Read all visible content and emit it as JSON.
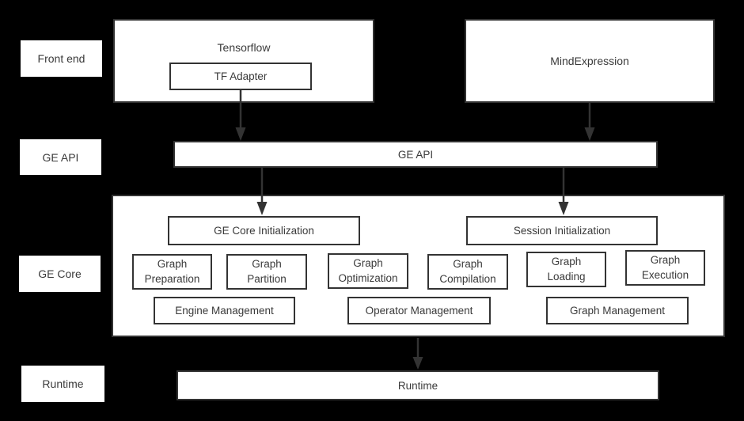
{
  "colors": {
    "background": "#000000",
    "box_fill": "#ffffff",
    "box_border": "#333333",
    "text": "#3a3a3a",
    "arrow": "#333333"
  },
  "layer_labels": {
    "front_end": "Front end",
    "ge_api": "GE API",
    "ge_core": "GE Core",
    "runtime": "Runtime"
  },
  "front_end": {
    "tensorflow_label": "Tensorflow",
    "tf_adapter_label": "TF Adapter",
    "mind_expression_label": "MindExpression"
  },
  "ge_api": {
    "bar_label": "GE API"
  },
  "ge_core": {
    "ge_core_init_label": "GE Core Initialization",
    "session_init_label": "Session Initialization",
    "modules": [
      "Graph Preparation",
      "Graph Partition",
      "Graph Optimization",
      "Graph Compilation",
      "Graph Loading",
      "Graph Execution"
    ],
    "management": [
      "Engine Management",
      "Operator Management",
      "Graph Management"
    ]
  },
  "runtime": {
    "bar_label": "Runtime"
  }
}
